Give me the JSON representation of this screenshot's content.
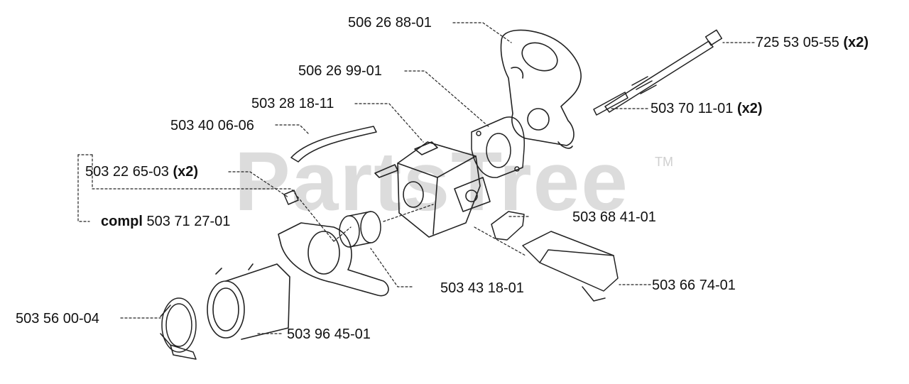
{
  "watermark": {
    "text": "PartsTree",
    "trademark": "TM"
  },
  "parts": [
    {
      "id": "p1",
      "number": "506 26 88-01",
      "qty": ""
    },
    {
      "id": "p2",
      "number": "725 53 05-55",
      "qty": "(x2)"
    },
    {
      "id": "p3",
      "number": "506 26 99-01",
      "qty": ""
    },
    {
      "id": "p4",
      "number": "503 70 11-01",
      "qty": "(x2)"
    },
    {
      "id": "p5",
      "number": "503 28 18-11",
      "qty": ""
    },
    {
      "id": "p6",
      "number": "503 40 06-06",
      "qty": ""
    },
    {
      "id": "p7",
      "number": "503 22 65-03",
      "qty": "(x2)"
    },
    {
      "id": "p8",
      "number": "503 71 27-01",
      "qty": "",
      "prefix": "compl"
    },
    {
      "id": "p9",
      "number": "503 68 41-01",
      "qty": ""
    },
    {
      "id": "p10",
      "number": "503 43 18-01",
      "qty": ""
    },
    {
      "id": "p11",
      "number": "503 66 74-01",
      "qty": ""
    },
    {
      "id": "p12",
      "number": "503 56 00-04",
      "qty": ""
    },
    {
      "id": "p13",
      "number": "503 96 45-01",
      "qty": ""
    }
  ],
  "colors": {
    "line": "#222222",
    "label": "#111111",
    "watermark": "#dcdcdc"
  }
}
